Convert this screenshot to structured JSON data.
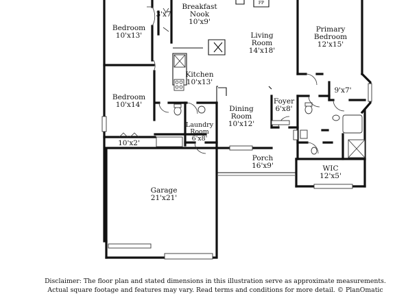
{
  "rooms": {
    "breakfast_nook": {
      "name_line1": "Breakfast",
      "name_line2": "Nook",
      "dims": "10'x9'"
    },
    "closet_3x7": {
      "dims": "3'x7'"
    },
    "bedroom_1": {
      "name": "Bedroom",
      "dims": "10'x13'"
    },
    "living_room": {
      "name_line1": "Living",
      "name_line2": "Room",
      "dims": "14'x18'"
    },
    "primary_bedroom": {
      "name_line1": "Primary",
      "name_line2": "Bedroom",
      "dims": "12'x15'"
    },
    "kitchen": {
      "name": "Kitchen",
      "dims": "10'x13'"
    },
    "bedroom_2": {
      "name": "Bedroom",
      "dims": "10'x14'"
    },
    "foyer": {
      "name": "Foyer",
      "dims": "6'x8'"
    },
    "primary_bath_area": {
      "dims": "9'x7'"
    },
    "dining_room": {
      "name_line1": "Dining",
      "name_line2": "Room",
      "dims": "10'x12'"
    },
    "laundry_room": {
      "name_line1": "Laundry",
      "name_line2": "Room",
      "dims": "6'x8'"
    },
    "closet_10x2": {
      "dims": "10'x2'"
    },
    "porch": {
      "name": "Porch",
      "dims": "16'x9'"
    },
    "wic": {
      "name": "WIC",
      "dims": "12'x5'"
    },
    "garage": {
      "name": "Garage",
      "dims": "21'x21'"
    }
  },
  "fireplace_label": "FP",
  "disclaimer": {
    "line1": "Disclaimer: The floor plan and stated dimensions in this illustration serve as approximate measurements.",
    "line2": "Actual square footage and features may vary. Read terms and conditions for more detail. © PlanOmatic"
  }
}
